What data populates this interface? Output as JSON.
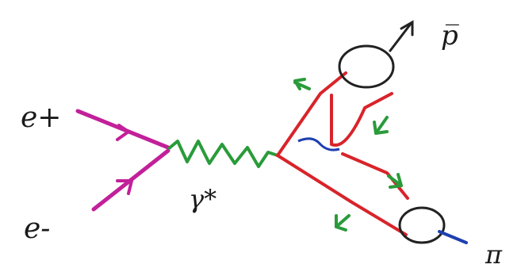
{
  "labels": {
    "positron": "e+",
    "electron": "e-",
    "photon": "γ*",
    "proton": "p̅",
    "pion": "π"
  },
  "colors": {
    "lepton": "#c2209a",
    "photon": "#2a9b3a",
    "quark": "#d8242a",
    "gluon": "#1f3fb0",
    "hadron": "#222222",
    "arrow": "#2a9b3a"
  }
}
